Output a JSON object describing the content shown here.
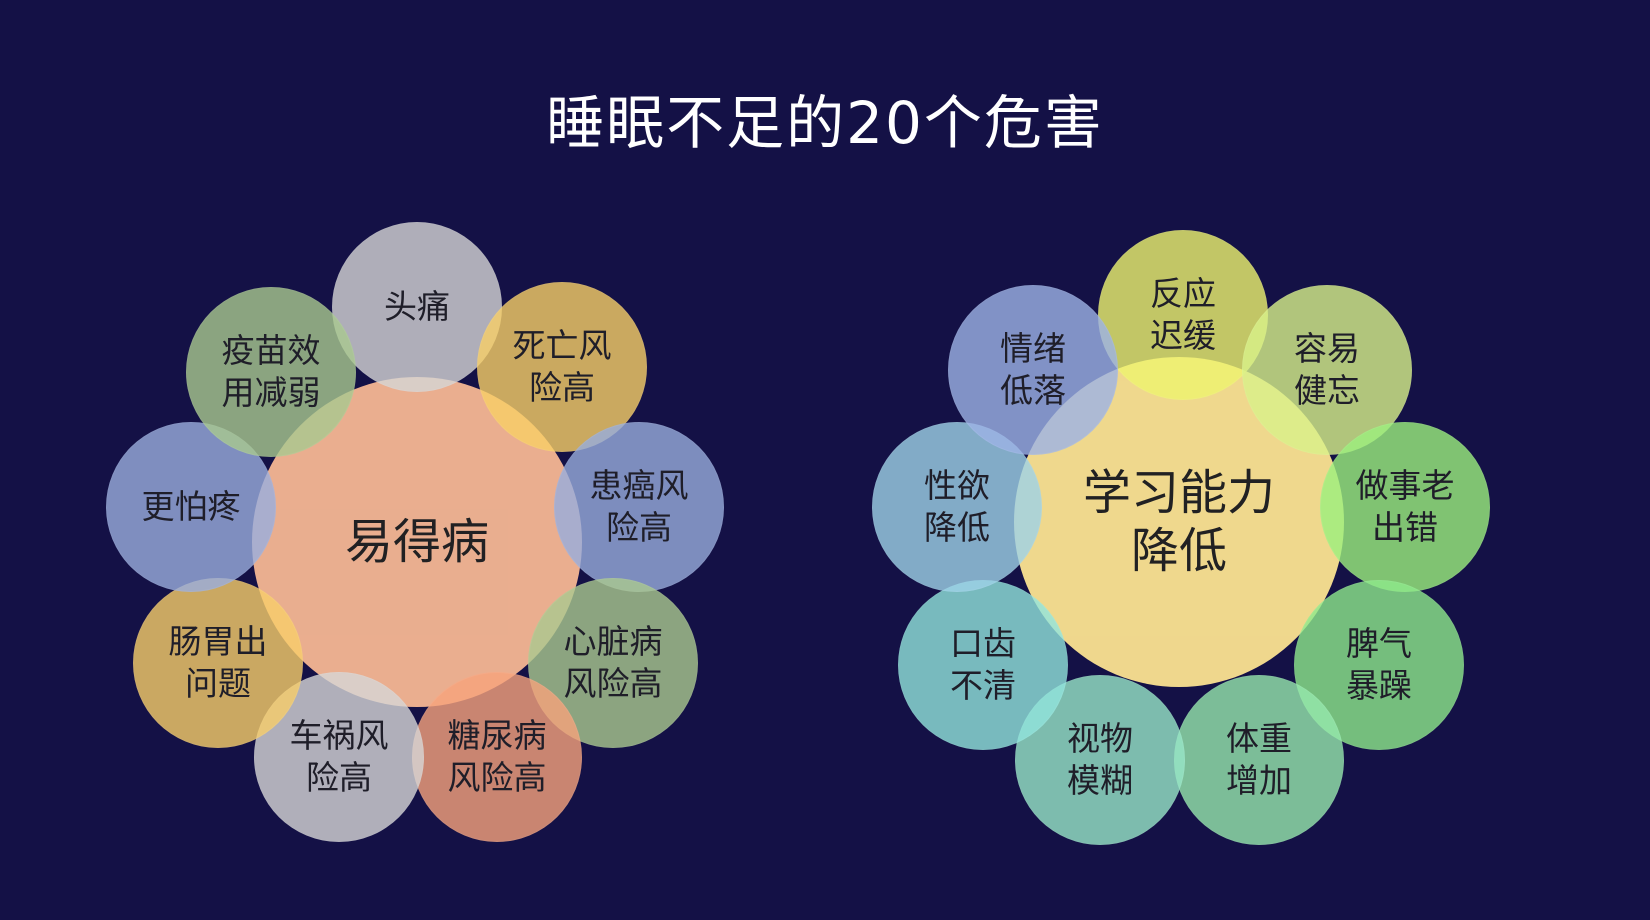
{
  "title": "睡眠不足的20个危害",
  "diagrams": [
    {
      "center": {
        "label": "易得病",
        "color": "#f5b793"
      },
      "petals": [
        {
          "label": "头痛",
          "color": "#d6d6d6"
        },
        {
          "label": "死亡风\n险高",
          "color": "#f8cf67"
        },
        {
          "label": "患癌风\n险高",
          "color": "#98addd"
        },
        {
          "label": "心脏病\n风险高",
          "color": "#abc98f"
        },
        {
          "label": "糖尿病\n风险高",
          "color": "#f7a37c"
        },
        {
          "label": "车祸风\n险高",
          "color": "#d7d7d7"
        },
        {
          "label": "肠胃出\n问题",
          "color": "#f8ce6a"
        },
        {
          "label": "更怕疼",
          "color": "#9aaede"
        },
        {
          "label": "疫苗效\n用减弱",
          "color": "#a9c98f"
        }
      ]
    },
    {
      "center": {
        "label": "学习能力\n降低",
        "color": "#fbe391"
      },
      "petals": [
        {
          "label": "反应\n迟缓",
          "color": "#eef46f"
        },
        {
          "label": "容易\n健忘",
          "color": "#d9f28a"
        },
        {
          "label": "做事老\n出错",
          "color": "#9cf07e"
        },
        {
          "label": "脾气\n暴躁",
          "color": "#8eea8b"
        },
        {
          "label": "体重\n增加",
          "color": "#96e9ad"
        },
        {
          "label": "视物\n模糊",
          "color": "#98e7c8"
        },
        {
          "label": "口齿\n不清",
          "color": "#92e5dd"
        },
        {
          "label": "性欲\n降低",
          "color": "#9ed2e8"
        },
        {
          "label": "情绪\n低落",
          "color": "#9db3e6"
        }
      ]
    }
  ]
}
